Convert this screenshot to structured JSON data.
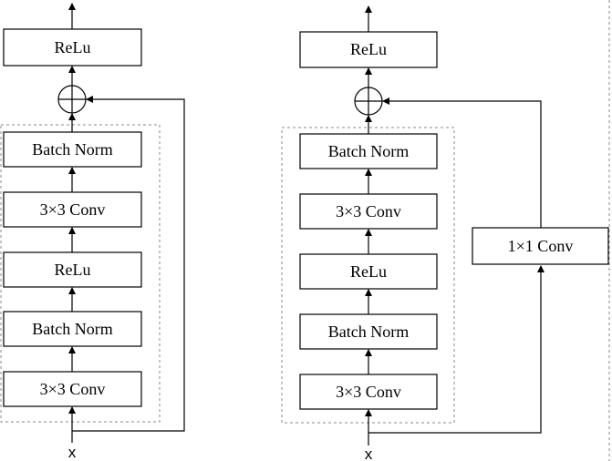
{
  "left_block": {
    "output_layer": "ReLu",
    "layers": [
      "Batch Norm",
      "3×3 Conv",
      "ReLu",
      "Batch Norm",
      "3×3 Conv"
    ],
    "input_label": "x"
  },
  "right_block": {
    "output_layer": "ReLu",
    "layers": [
      "Batch Norm",
      "3×3 Conv",
      "ReLu",
      "Batch Norm",
      "3×3 Conv"
    ],
    "shortcut_layer": "1×1 Conv",
    "input_label": "x"
  }
}
